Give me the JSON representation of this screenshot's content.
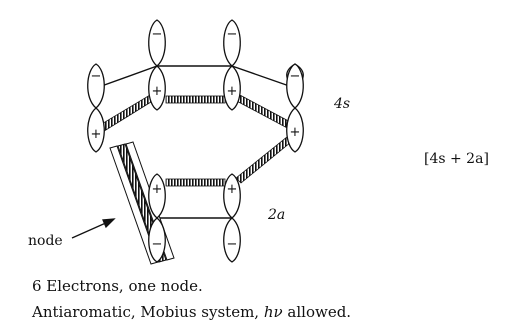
{
  "labels": {
    "top_ring": "4s",
    "bottom_ring": "2a",
    "combination": "[4s + 2a]",
    "node": "node"
  },
  "signs": {
    "plus": "+",
    "minus": "−"
  },
  "caption": {
    "line1": "6 Electrons, one node.",
    "line2_prefix": "Antiaromatic, Mobius system,",
    "line2_math": "hν",
    "line2_suffix": "allowed."
  }
}
